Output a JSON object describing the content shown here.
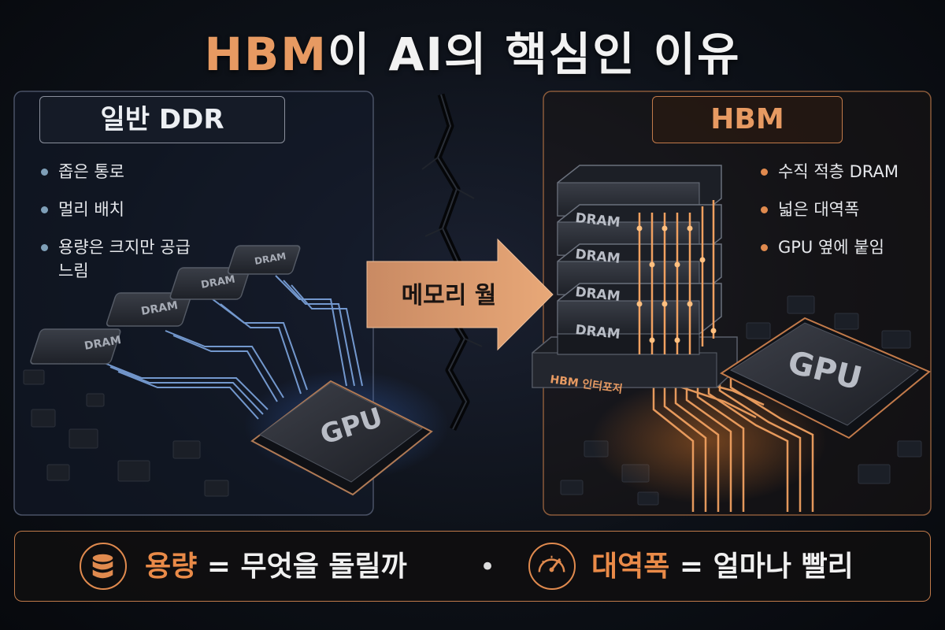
{
  "title": {
    "accent": "HBM",
    "rest": "이 AI의 핵심인 이유"
  },
  "left_panel": {
    "title": "일반 DDR",
    "bullets": [
      "좁은 통로",
      "멀리 배치",
      "용량은 크지만 공급 느림"
    ],
    "chip_labels": [
      "DRAM",
      "DRAM",
      "DRAM",
      "DRAM"
    ],
    "gpu_label": "GPU"
  },
  "middle": {
    "arrow_label": "메모리 월"
  },
  "right_panel": {
    "title": "HBM",
    "bullets": [
      "수직 적층 DRAM",
      "넓은 대역폭",
      "GPU 옆에 붙임"
    ],
    "stack_labels": [
      "DRAM",
      "DRAM",
      "DRAM",
      "DRAM"
    ],
    "interposer_label": "HBM 인터포저",
    "gpu_label": "GPU"
  },
  "bottom": {
    "left_highlight": "용량",
    "left_rest": " = 무엇을 돌릴까",
    "separator": "•",
    "right_highlight": "대역폭",
    "right_rest": " = 얼마나 빨리",
    "left_icon": "database-icon",
    "right_icon": "speedometer-icon"
  },
  "colors": {
    "accent_orange": "#e79a62",
    "trace_blue": "#7ea6e0",
    "trace_orange": "#f0a060",
    "panel_border": "#4a5266"
  }
}
